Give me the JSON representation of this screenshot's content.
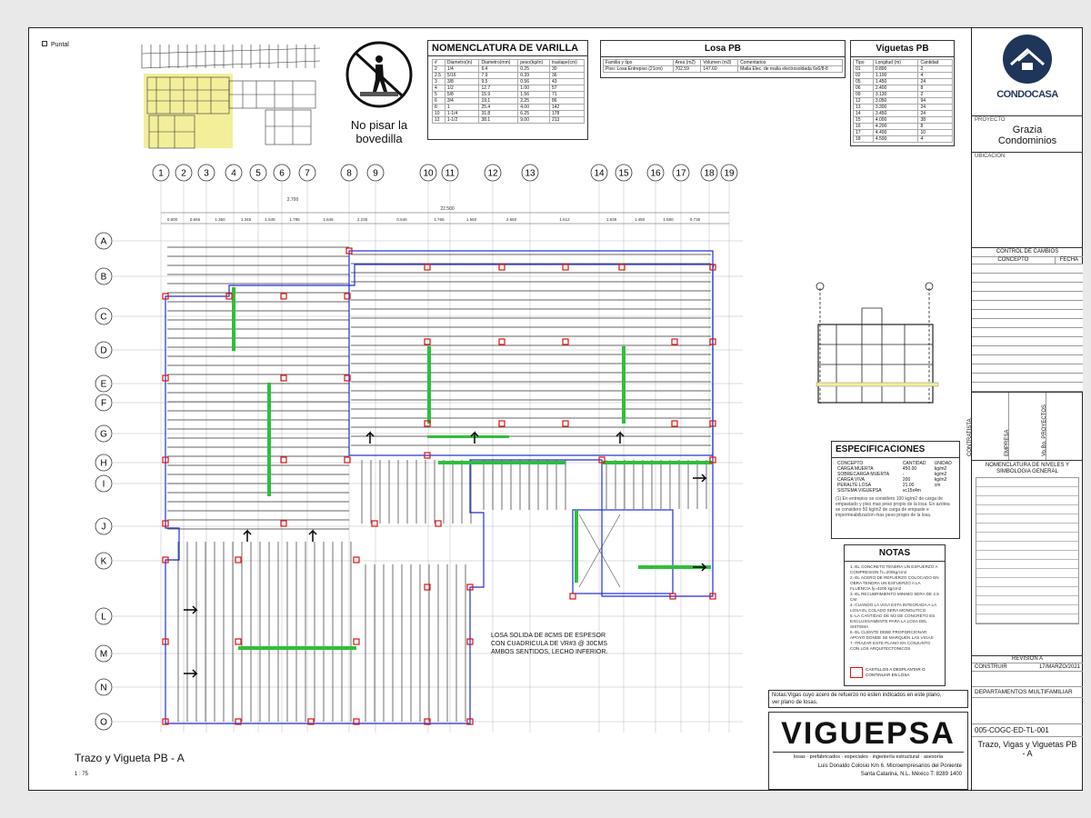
{
  "sheet": {
    "puntal_label": "Puntal",
    "title": "Trazo y Vigueta PB - A",
    "scale": "1 : 75",
    "warning": "No pisar la bovedilla",
    "slab_note": [
      "LOSA SOLIDA DE  8CMS DE ESPESOR",
      "CON CUADRICULA DE VR#3 @ 30CMS",
      "AMBOS SENTIDOS, LECHO INFERIOR."
    ],
    "bottom_note": [
      "Notas:Vigas cuyo acero de refuerzo no esten indicados en este plano,",
      "ver plano de losas."
    ]
  },
  "nomenclatura": {
    "title": "NOMENCLATURA DE VARILLA",
    "headers": [
      "#",
      "Diametro(in)",
      "Diametro(mm)",
      "peso(kg/m)",
      "traslape(cm)"
    ],
    "rows": [
      [
        "2",
        "1/4",
        "6.4",
        "0.25",
        "30"
      ],
      [
        "2.5",
        "5/16",
        "7.9",
        "0.39",
        "36"
      ],
      [
        "3",
        "3/8",
        "9.5",
        "0.56",
        "43"
      ],
      [
        "4",
        "1/2",
        "12.7",
        "1.00",
        "57"
      ],
      [
        "5",
        "5/8",
        "15.9",
        "1.56",
        "71"
      ],
      [
        "6",
        "3/4",
        "19.1",
        "2.25",
        "86"
      ],
      [
        "8",
        "1",
        "25.4",
        "4.00",
        "142"
      ],
      [
        "10",
        "1-1/4",
        "31.8",
        "6.25",
        "178"
      ],
      [
        "12",
        "1-1/2",
        "38.1",
        "9.00",
        "213"
      ]
    ]
  },
  "losa": {
    "title": "Losa PB",
    "headers": [
      "Familia y tipo",
      "Area (m2)",
      "Volumen (m3)",
      "Comentarios"
    ],
    "rows": [
      [
        "Piso: Losa Entrepiso (21cm)",
        "702.59",
        "147.60",
        "Malla Elec. de malla electrosoldada 6x6/8-8"
      ]
    ]
  },
  "viguetas": {
    "title": "Viguetas PB",
    "headers": [
      "Tipo",
      "Longitud (m)",
      "Cantidad"
    ],
    "rows": [
      [
        "01",
        "0.800",
        "2"
      ],
      [
        "02",
        "1.100",
        "4"
      ],
      [
        "05",
        "1.450",
        "24"
      ],
      [
        "06",
        "2.400",
        "8"
      ],
      [
        "09",
        "3.130",
        "2"
      ],
      [
        "12",
        "3.050",
        "94"
      ],
      [
        "13",
        "3.300",
        "24"
      ],
      [
        "14",
        "3.450",
        "24"
      ],
      [
        "15",
        "4.000",
        "38"
      ],
      [
        "16",
        "4.200",
        "8"
      ],
      [
        "17",
        "4.400",
        "10"
      ],
      [
        "18",
        "4.500",
        "4"
      ]
    ]
  },
  "especificaciones": {
    "title": "ESPECIFICACIONES",
    "headers": [
      "CONCEPTO",
      "CANTIDAD",
      "UNIDAD"
    ],
    "rows": [
      [
        "CARGA MUERTA",
        "450.00",
        "kg/m2"
      ],
      [
        "SOBRECARGA MUERTA",
        "-",
        "kg/m2"
      ],
      [
        "CARGA VIVA",
        "200",
        "kg/m2"
      ],
      [
        "PERALTE LOSA",
        "21.00",
        "cm"
      ],
      [
        "SISTEMA VIGUEPSA",
        "vc15x4m",
        ""
      ]
    ],
    "notes": "(1) En entrepiso se considero 100 kg/m2 de carga de empastado y piso mas peso propio de la losa. En azotea se considero 50 kg/m2 de carga de empaste e impermeabilizacion mas peso propio de la losa."
  },
  "notas": {
    "title": "NOTAS",
    "items": [
      "1.-EL CONCRETO TENDRA UN ESFUERZO A COMPRESION f'c=200kg/cm2",
      "2.-EL ACERO DE REFUERZO COLOCADO EN OBRA TENDRA UN ESFUERZO A LA FLUENCIA fy=4200 kg/cm2",
      "3.-EL RECUBRIMIENTO MINIMO SERA DE 2.5 CM",
      "4.-CUANDO LA VIGA ESTA INTEGRADA A LA LOSA EL COLADO SERA MONOLITICO",
      "5.-LA CANTIDAD DE M3 DE CONCRETO ES EXCLUSIVAMENTE PARA LA LOSA DEL SISTEMA",
      "6.-EL CLIENTE DEBE PROPORCIONAR APOYO DONDE SE MARQUEN LAS VIGAS",
      "7.-TRAZAR ESTE PLANO EN CONJUNTO CON LOS ARQUITECTONICOS"
    ],
    "legend": "CASTILLOS A DESPLANTAR O CONTINUAR EN LOSA"
  },
  "grid": {
    "cols": [
      "1",
      "2",
      "3",
      "4",
      "5",
      "6",
      "7",
      "8",
      "9",
      "10",
      "11",
      "12",
      "13",
      "14",
      "15",
      "16",
      "17",
      "18",
      "19"
    ],
    "rows": [
      "A",
      "B",
      "C",
      "D",
      "E",
      "F",
      "G",
      "H",
      "I",
      "J",
      "K",
      "L",
      "M",
      "N",
      "O"
    ],
    "overall_dim": "22.500",
    "top_dim": "2.700",
    "dims": [
      "0.600",
      "0.655",
      "1.350",
      "1.345",
      "1.545",
      "1.785",
      "1.645",
      "2.235",
      "0.645",
      "1.765",
      "1.550",
      "2.650",
      "1.612",
      "1.638",
      "1.450",
      "1.550",
      "0.735"
    ]
  },
  "titleblock": {
    "company": "CONDOCASA",
    "proyecto_label": "PROYECTO",
    "project_name": [
      "Grazia",
      "Condominios"
    ],
    "ubicacion_label": "UBICACION",
    "control_label": "CONTROL DE CAMBIOS",
    "concepto_label": "CONCEPTO",
    "fecha_label": "FECHA",
    "contratista": "CONTRATISTA",
    "empresa": "EMPRESA",
    "vobo": "Vo.Bo. PROYECTOS",
    "nomen_title": "NOMENCLATURA DE NIVELES Y SIMBOLOGIA GENERAL",
    "revision": "REVISION A",
    "status": "CONSTRUIR",
    "date": "17/MARZO/2021",
    "dept": "DEPARTAMENTOS MULTIFAMILIAR",
    "code": "005-COGC-ED-TL-001",
    "sheet_title": [
      "Trazo, Vigas y Viguetas PB",
      "- A"
    ]
  },
  "viguepsa": {
    "logo": "VIGUEPSA",
    "tagline": "losas · prefabricados · especiales · ingeniería estructural · asesoría",
    "address1": "Luis Donaldo Colosio Km 6. Microempresarios del Poniente",
    "address2": "Santa Catarina, N.L. México   T: 8289 1400"
  },
  "colors": {
    "accent_green": "#2fbf3a",
    "blue_outline": "#1d2fd6",
    "red_marker": "#e01010",
    "yellow_highlight": "#f3ee9a",
    "navy_logo": "#1f3559"
  }
}
